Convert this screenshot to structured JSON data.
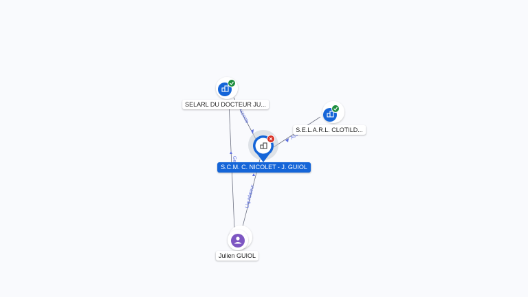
{
  "nodes": {
    "main": {
      "label": "S.C.M. C. NICOLET - J. GUIOL",
      "icon": "building-icon",
      "status": "closed"
    },
    "selarl_docteur": {
      "label": "SELARL DU DOCTEUR JU...",
      "icon": "building-icon",
      "status": "active"
    },
    "selarl_clotild": {
      "label": "S.E.L.A.R.L. CLOTILD...",
      "icon": "building-icon",
      "status": "active"
    },
    "julien": {
      "label": "Julien GUIOL",
      "icon": "person-icon"
    }
  },
  "edges": {
    "docteur_to_main": "Associe",
    "clotild_to_main": "Associe",
    "julien_to_main": "Liquidateur",
    "julien_to_docteur": "Gerant"
  },
  "colors": {
    "company": "#1565d8",
    "person": "#7e57c2",
    "active": "#1e8e3e",
    "closed": "#d93025",
    "edge": "#5b6ee0"
  }
}
